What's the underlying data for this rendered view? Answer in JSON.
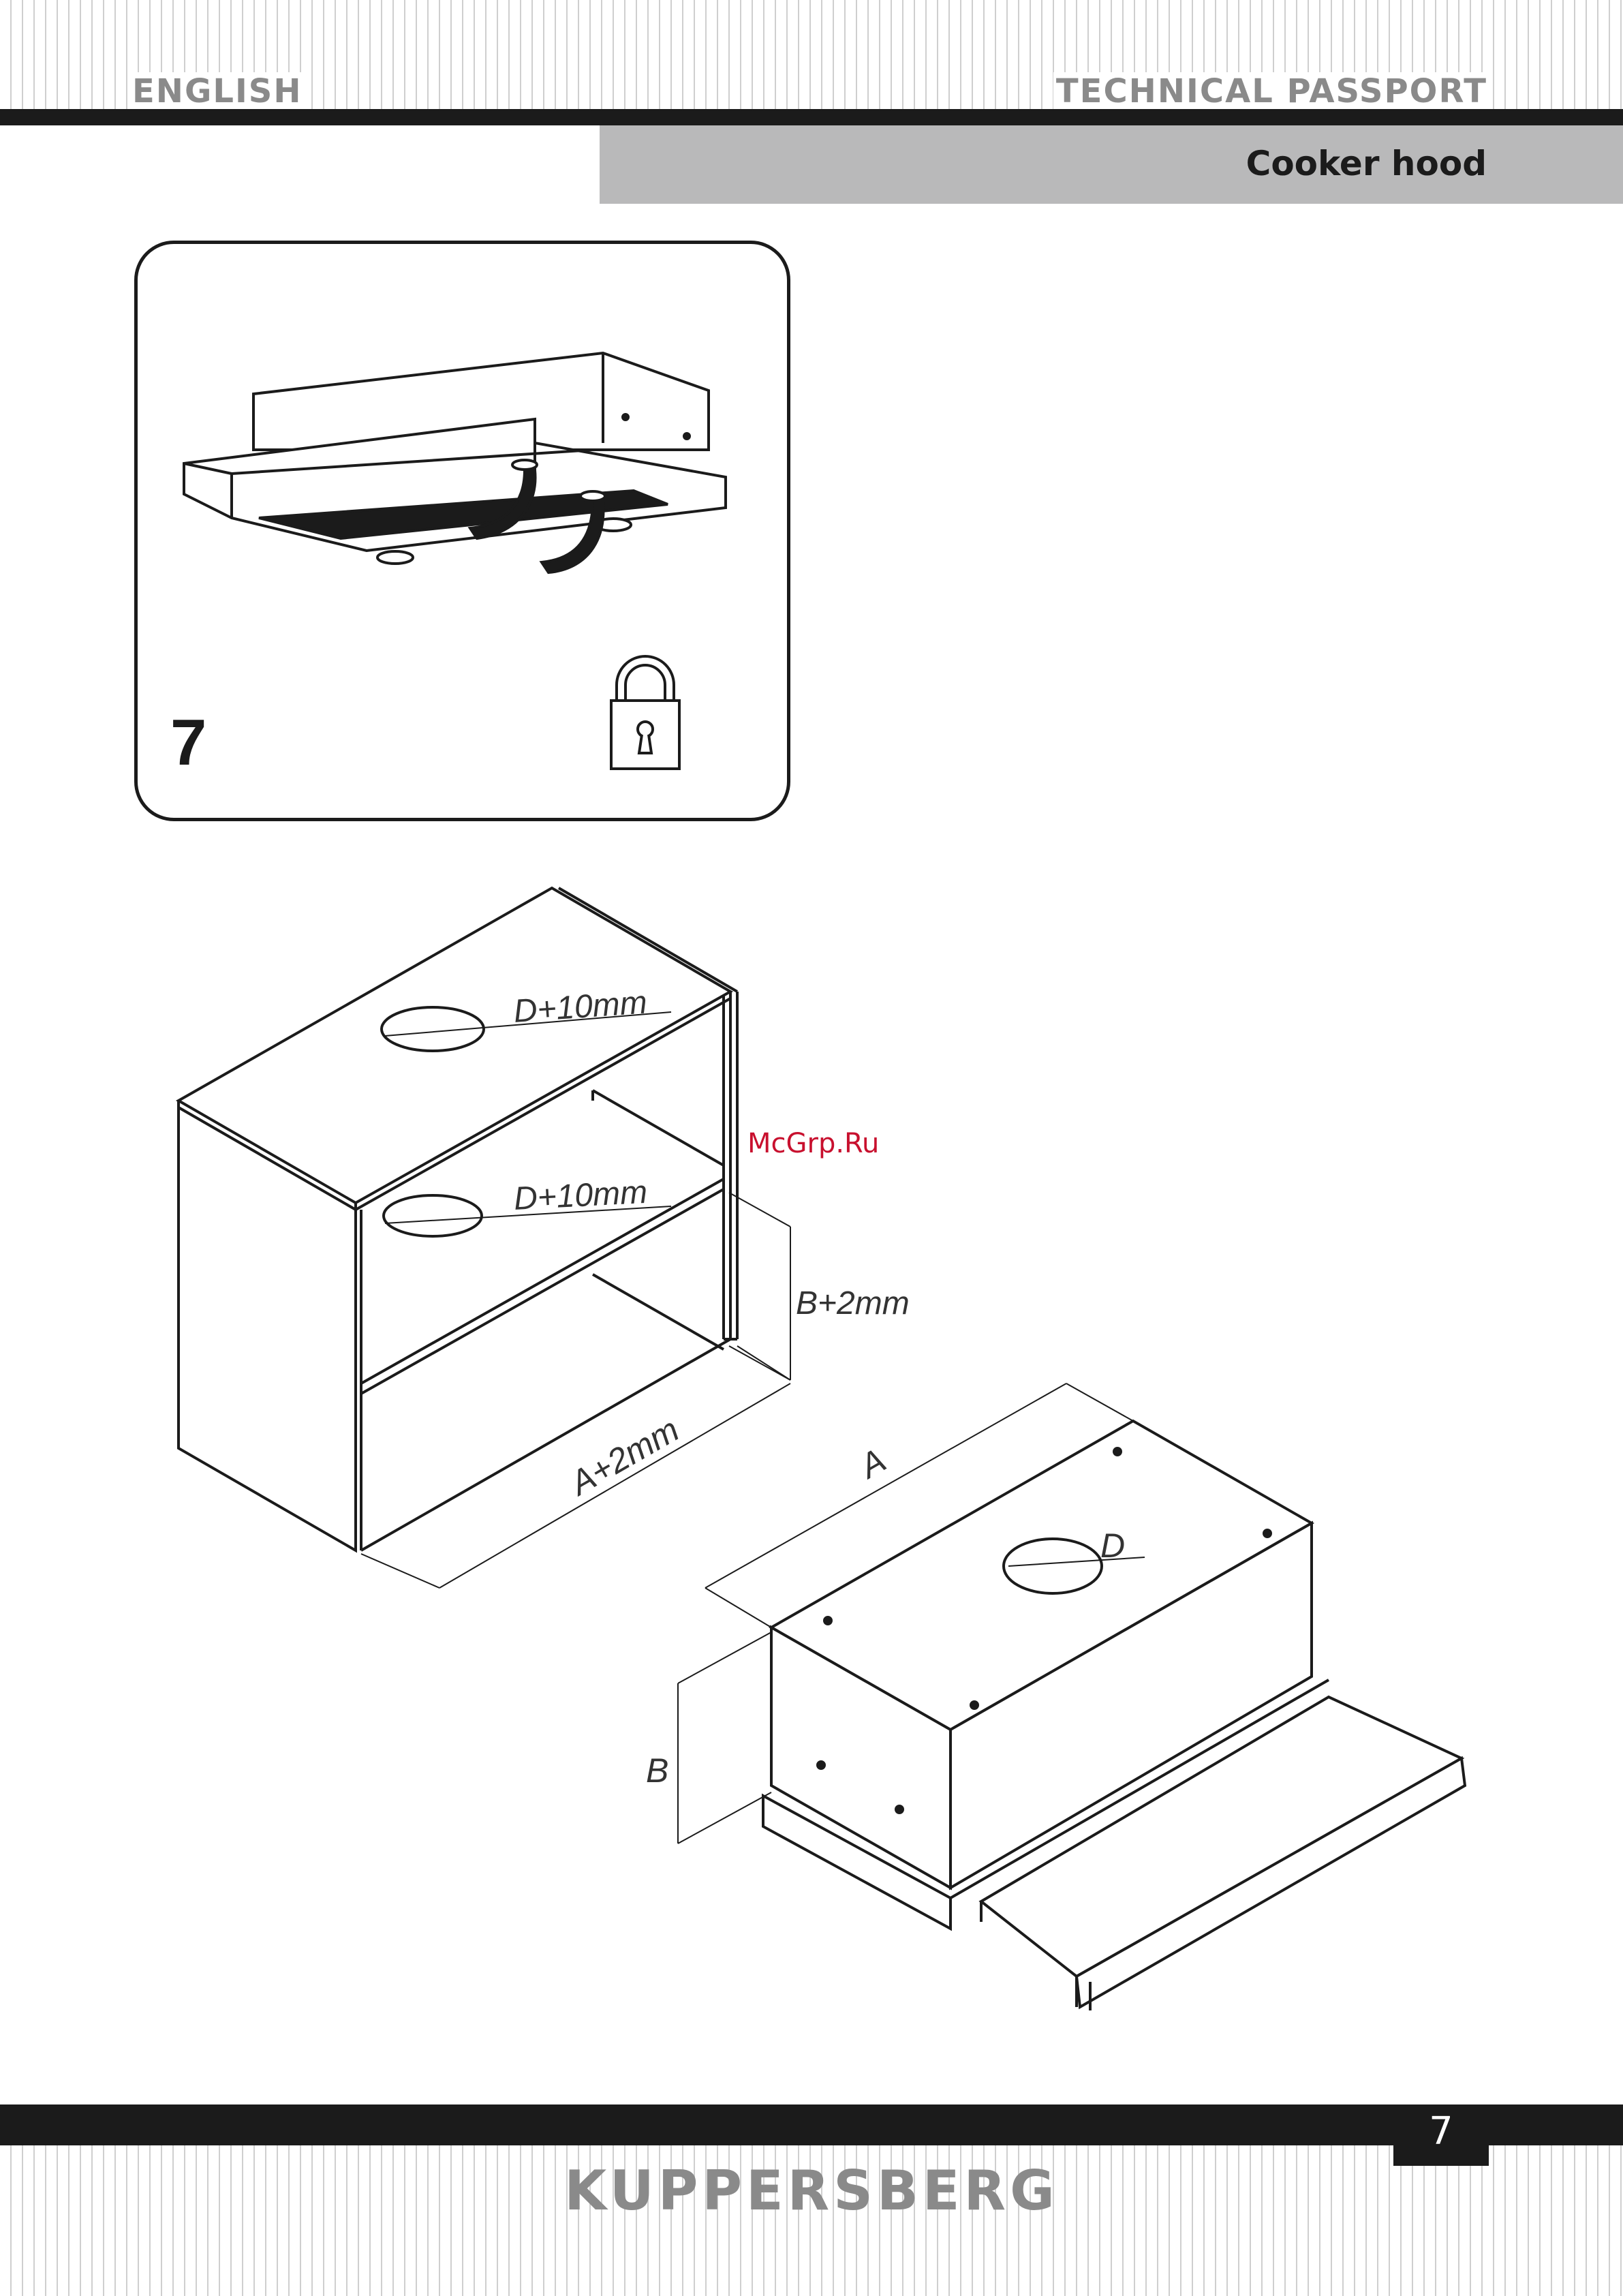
{
  "header": {
    "language": "ENGLISH",
    "document_type": "TECHNICAL PASSPORT",
    "subtitle": "Cooker hood"
  },
  "figure7": {
    "number": "7",
    "icons": [
      "cooker-hood-icon",
      "lock-icon"
    ]
  },
  "diagram": {
    "cabinet_labels": {
      "top_hole": "D+10mm",
      "shelf_hole": "D+10mm",
      "height": "B+2mm",
      "width": "A+2mm"
    },
    "hood_labels": {
      "width": "A",
      "height": "B",
      "diameter": "D"
    }
  },
  "watermark": "McGrp.Ru",
  "footer": {
    "page_number": "7",
    "brand": "KUPPERSBERG"
  }
}
